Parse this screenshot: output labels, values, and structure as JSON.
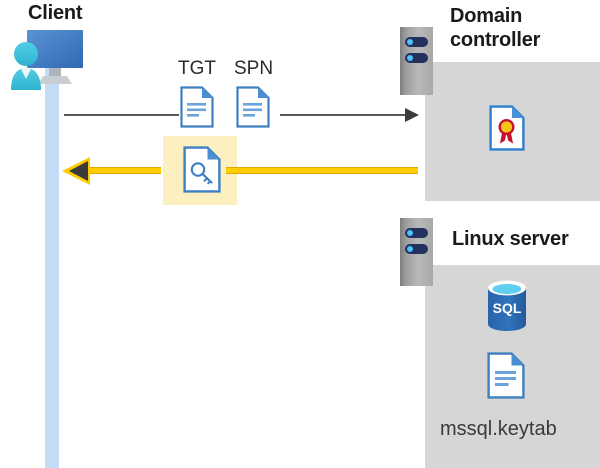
{
  "diagram": {
    "title": "Kerberos authentication flow between client, domain controller and Linux SQL Server",
    "colors": {
      "panel_gray": "#d6d6d6",
      "lifeline_blue": "#c3ddf7",
      "highlight_yellow": "#fcefc0",
      "arrow_yellow": "#ffcc00",
      "arrow_gray": "#5a5a5a",
      "doc_blue": "#3f7fc1",
      "monitor_blue": "#3f78bf",
      "person_cyan": "#3ec1dd",
      "sql_blue": "#2f6fb5",
      "seal_gold": "#f5c518",
      "ribbon_red": "#c8102e",
      "rack_navy": "#24305e",
      "rack_dot_cyan": "#4fc3f7"
    }
  },
  "actors": {
    "client": {
      "label": "Client",
      "icon": "user-with-monitor-icon"
    },
    "domain_controller": {
      "label": "Domain controller",
      "label_line1": "Domain",
      "label_line2": "controller",
      "icon": "server-rack-icon",
      "contents": [
        {
          "name": "certificate-icon",
          "label": ""
        }
      ]
    },
    "linux_server": {
      "label": "Linux server",
      "icon": "server-rack-icon",
      "contents": [
        {
          "name": "sql-database-icon",
          "label": "SQL"
        },
        {
          "name": "keytab-document-icon",
          "label": "mssql.keytab"
        }
      ]
    }
  },
  "messages": [
    {
      "id": "request",
      "direction": "right",
      "style": "thin-gray-arrow",
      "artifacts": [
        {
          "label": "TGT",
          "icon": "document-icon"
        },
        {
          "label": "SPN",
          "icon": "document-icon"
        }
      ]
    },
    {
      "id": "response",
      "direction": "left",
      "style": "thick-yellow-arrow",
      "highlighted": true,
      "artifacts": [
        {
          "label": "",
          "icon": "document-key-icon"
        }
      ]
    }
  ],
  "labels": {
    "tgt": "TGT",
    "spn": "SPN",
    "keytab": "mssql.keytab",
    "sql": "SQL",
    "client": "Client",
    "domain_controller_line1": "Domain",
    "domain_controller_line2": "controller",
    "linux_server": "Linux server"
  }
}
